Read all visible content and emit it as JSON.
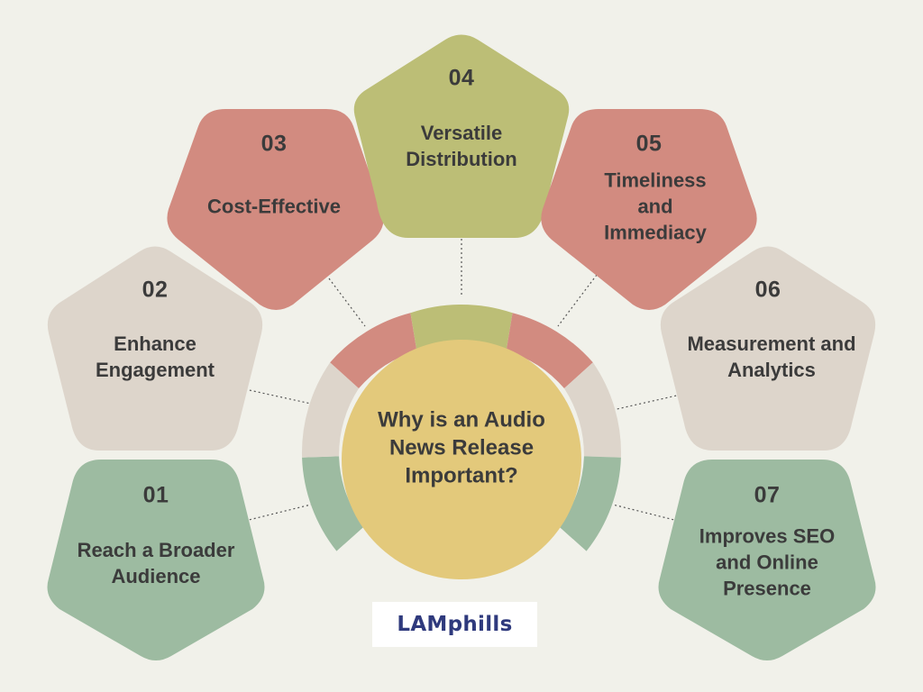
{
  "center": {
    "title": "Why is an Audio News Release Important?",
    "color": "#e3c97b"
  },
  "items": [
    {
      "number": "01",
      "text": "Reach a Broader Audience",
      "color": "#9dbba1"
    },
    {
      "number": "02",
      "text": "Enhance Engagement",
      "color": "#ddd5cb"
    },
    {
      "number": "03",
      "text": "Cost-Effective",
      "color": "#d28b80"
    },
    {
      "number": "04",
      "text": "Versatile Distribution",
      "color": "#bcbe76"
    },
    {
      "number": "05",
      "text": "Timeliness and Immediacy",
      "color": "#d28b80"
    },
    {
      "number": "06",
      "text": "Measurement and Analytics",
      "color": "#ddd5cb"
    },
    {
      "number": "07",
      "text": "Improves SEO and Online Presence",
      "color": "#9dbba1"
    }
  ],
  "logo": {
    "text": "LAMphills",
    "color": "#2f3a7d",
    "background": "#ffffff"
  },
  "colors": {
    "background": "#f1f1ea",
    "text": "#3b3b3b",
    "connector": "#555555"
  }
}
